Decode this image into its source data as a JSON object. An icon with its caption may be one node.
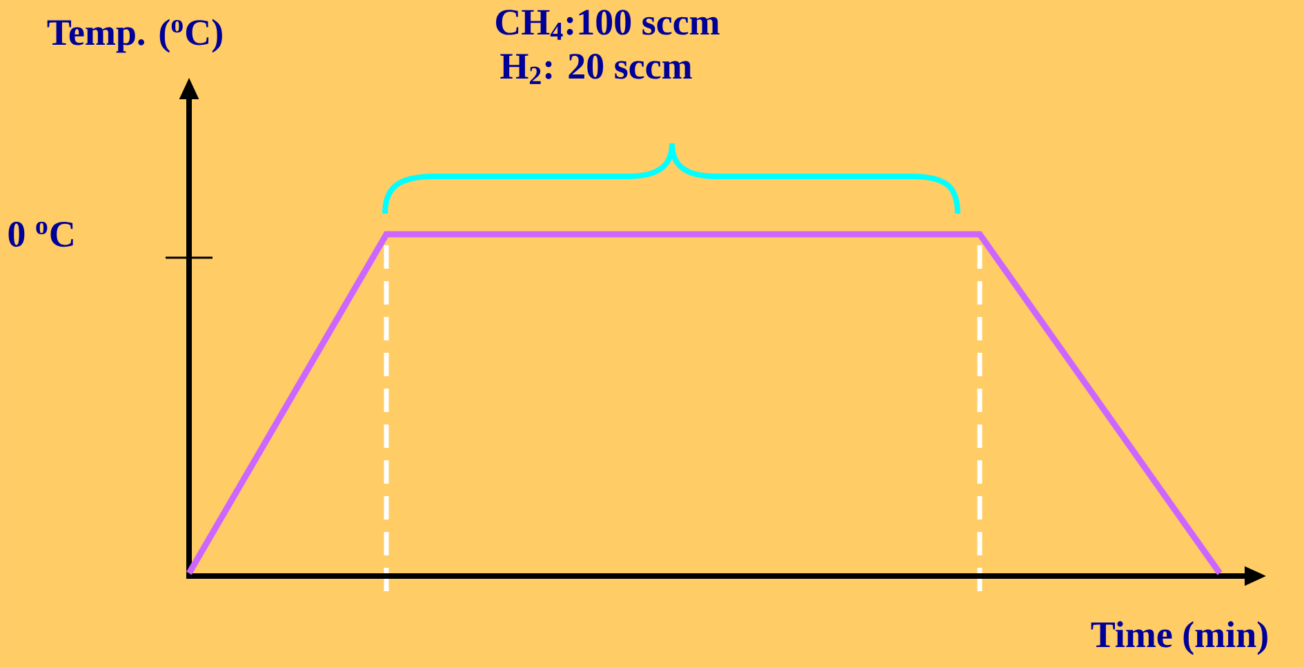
{
  "diagram": {
    "labels": [
      "Temp. ($^{o}$C)",
      "CH$_{4}$:100 sccm",
      "H$_{2}$: 20 sccm",
      "0 $^{o}$C",
      "Time (min)"
    ]
  }
}
